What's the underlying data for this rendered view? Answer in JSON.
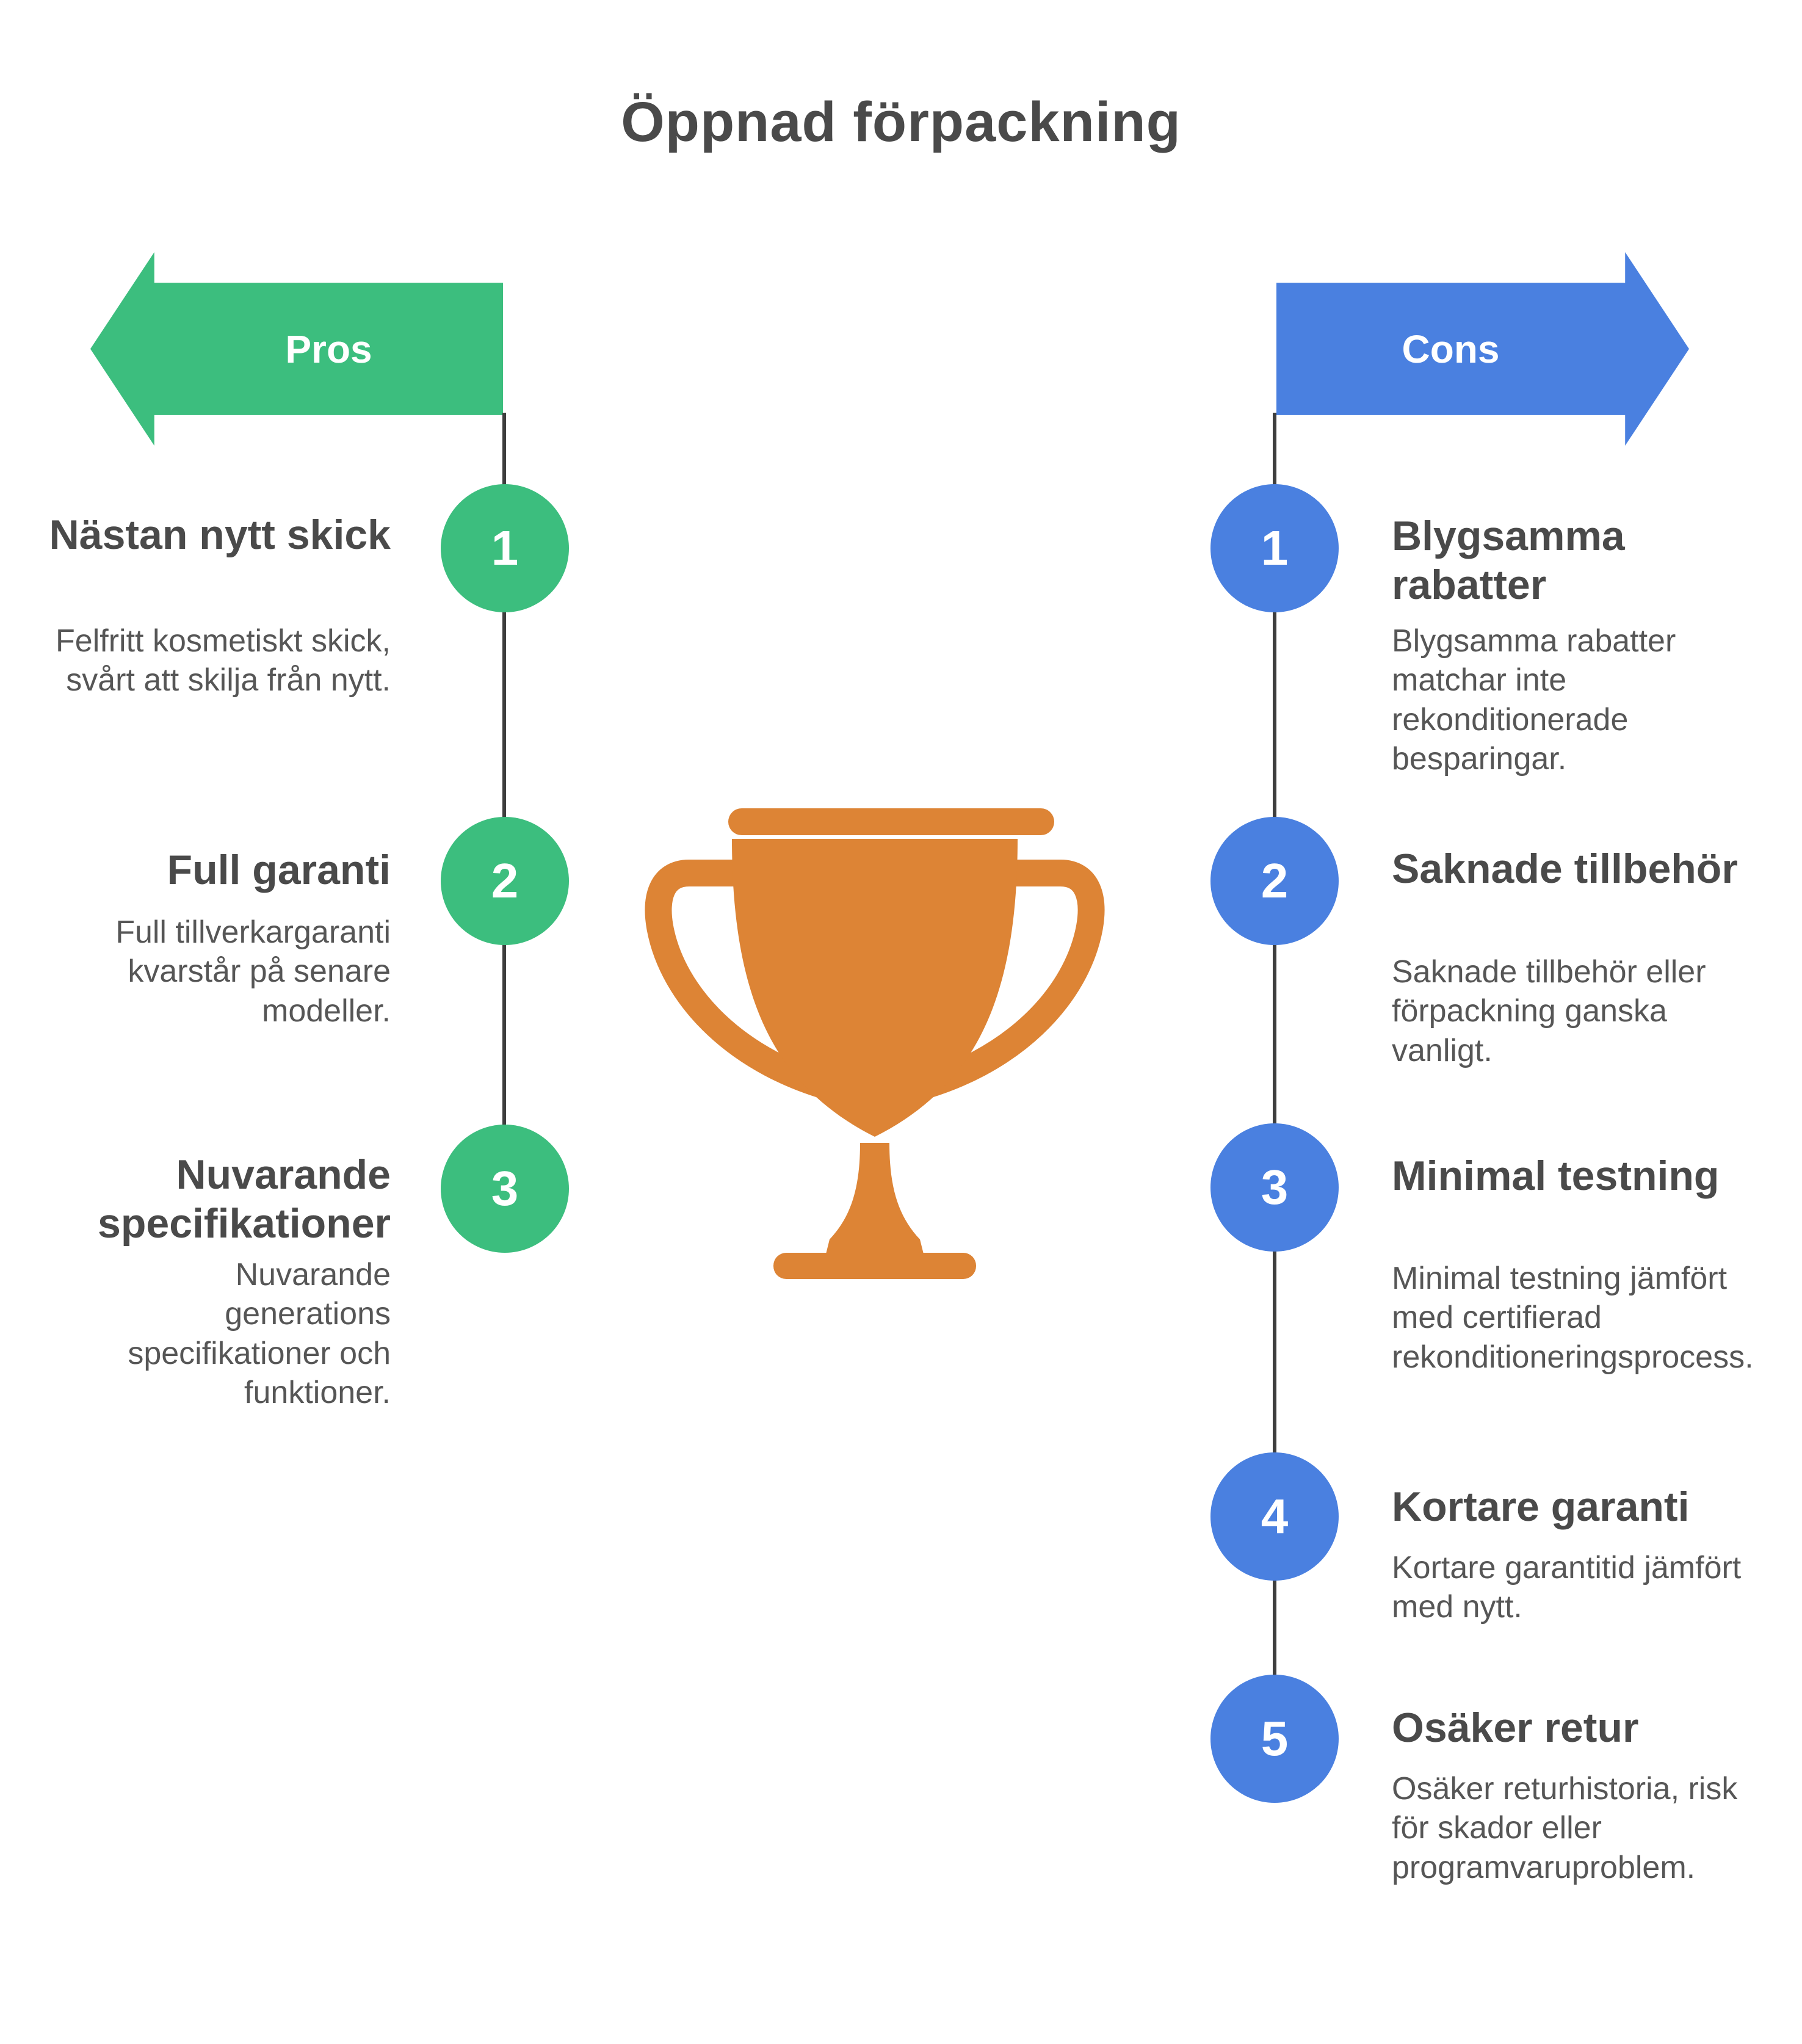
{
  "title": "Öppnad förpackning",
  "colors": {
    "green": "#3cbe7e",
    "blue": "#4a80e0",
    "orange": "#dd8435",
    "title_text": "#4a4a4a",
    "body_text": "#565656",
    "connector_line": "#3e3e3e"
  },
  "center_icon": "trophy-icon",
  "pros": {
    "label": "Pros",
    "items": [
      {
        "number": "1",
        "title": "Nästan nytt skick",
        "description": "Felfritt kosmetiskt skick, svårt att skilja från nytt."
      },
      {
        "number": "2",
        "title": "Full garanti",
        "description": "Full tillverkargaranti kvarstår på senare modeller."
      },
      {
        "number": "3",
        "title": "Nuvarande specifikationer",
        "description": "Nuvarande generations specifikationer och funktioner."
      }
    ]
  },
  "cons": {
    "label": "Cons",
    "items": [
      {
        "number": "1",
        "title": "Blygsamma rabatter",
        "description": "Blygsamma rabatter matchar inte rekonditionerade besparingar."
      },
      {
        "number": "2",
        "title": "Saknade tillbehör",
        "description": "Saknade tillbehör eller förpackning ganska vanligt."
      },
      {
        "number": "3",
        "title": "Minimal testning",
        "description": "Minimal testning jämfört med certifierad rekonditioneringsprocess."
      },
      {
        "number": "4",
        "title": "Kortare garanti",
        "description": "Kortare garantitid jämfört med nytt."
      },
      {
        "number": "5",
        "title": "Osäker retur",
        "description": "Osäker returhistoria, risk för skador eller programvaruproblem."
      }
    ]
  }
}
